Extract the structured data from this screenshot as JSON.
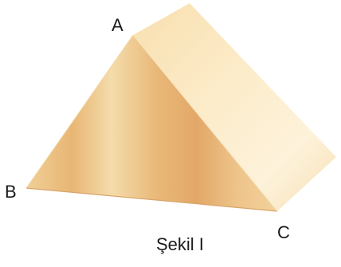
{
  "figure": {
    "vertices": {
      "a": "A",
      "b": "B",
      "c": "C"
    },
    "caption": "Şekil I"
  },
  "colors": {
    "front_face_light": "#f3dcae",
    "front_face_mid": "#eec48a",
    "front_face_dark": "#e2a868",
    "side_face_light": "#fdf0d2",
    "side_face_dark": "#f6d9a2",
    "bottom_edge": "#c89560"
  }
}
